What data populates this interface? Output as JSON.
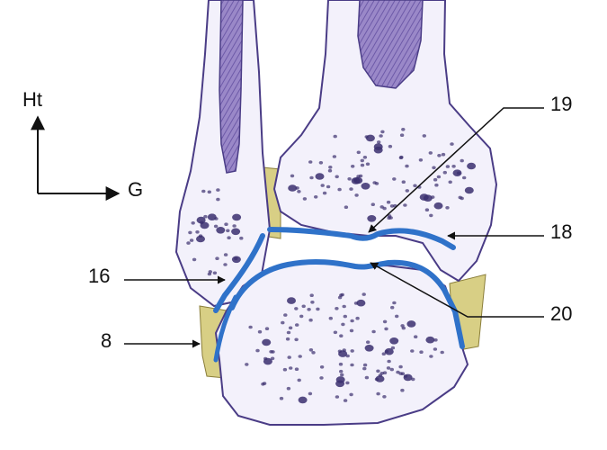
{
  "orientation": {
    "up_label": "Ht",
    "right_label": "G"
  },
  "callouts": [
    {
      "id": "c16",
      "text": "16"
    },
    {
      "id": "c8",
      "text": "8"
    },
    {
      "id": "c19",
      "text": "19"
    },
    {
      "id": "c18",
      "text": "18"
    },
    {
      "id": "c20",
      "text": "20"
    }
  ],
  "colors": {
    "bone_outline": "#4a3c86",
    "bone_fill": "#f3f1fb",
    "marrow_canal": "#8b78bf",
    "trabecular_dots": "#3a2f6e",
    "cartilage": "#2f72c9",
    "ligament": "#d8cf85",
    "leader_line": "#111111"
  }
}
